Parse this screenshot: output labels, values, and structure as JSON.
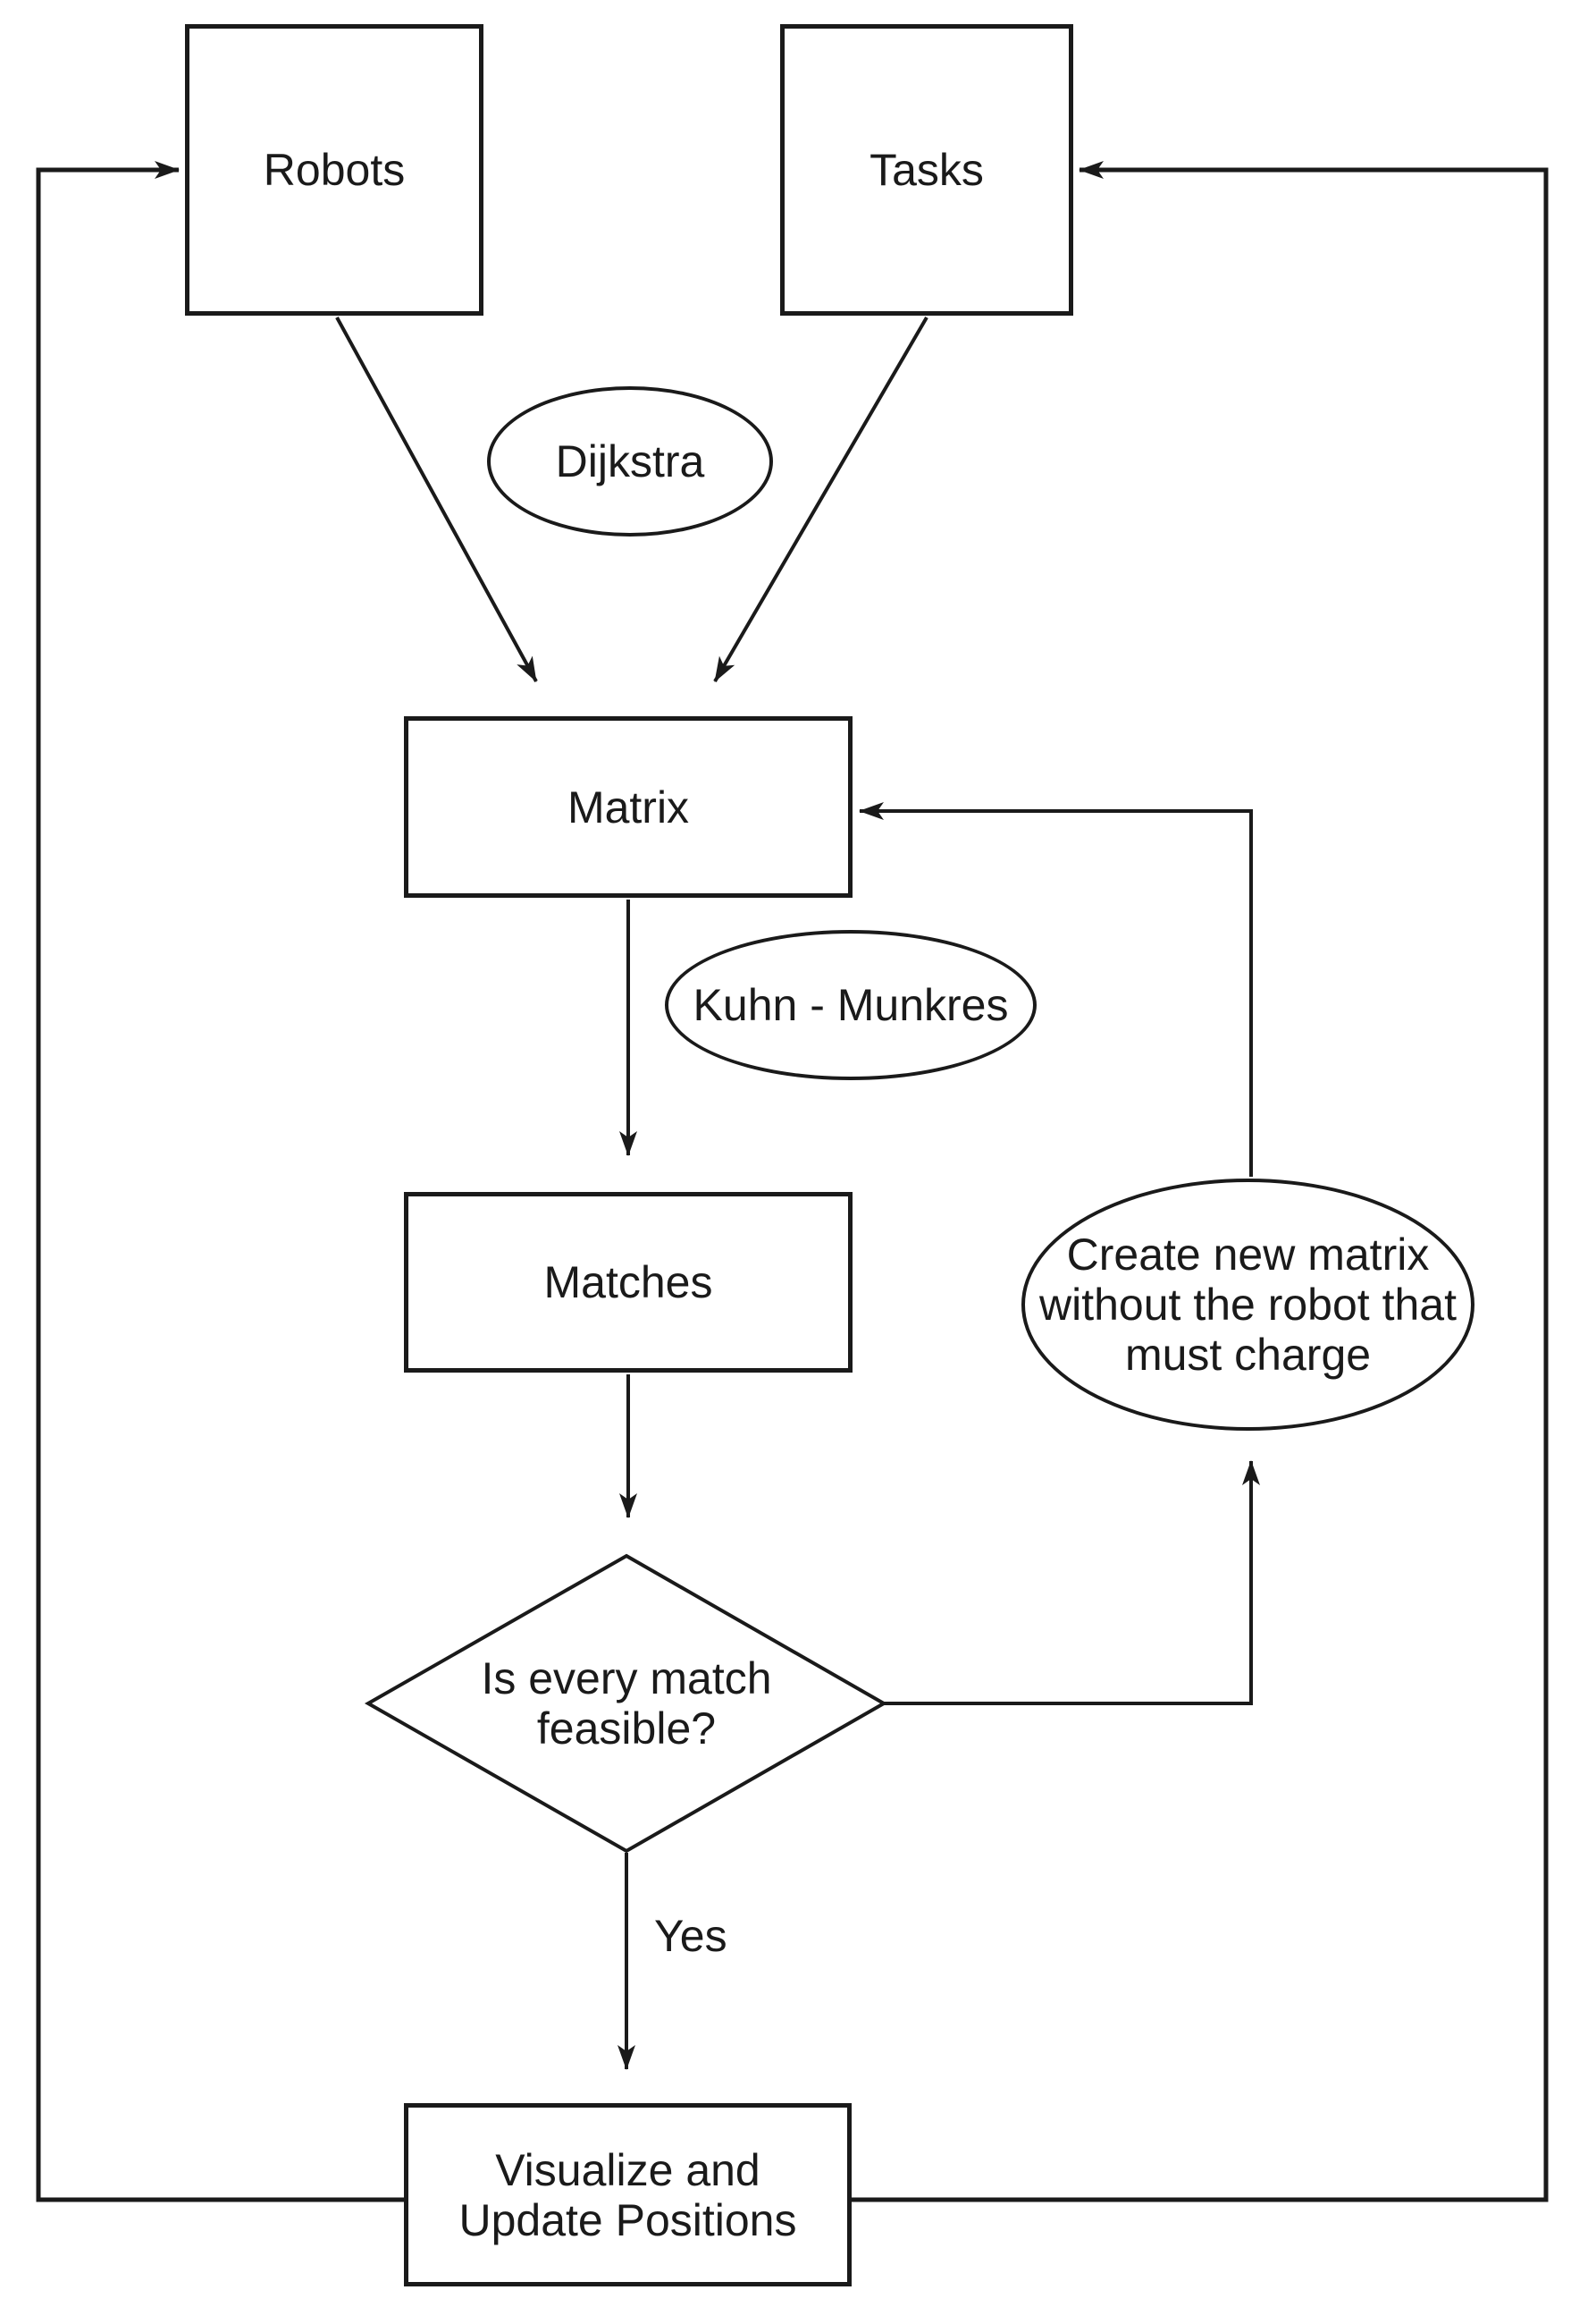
{
  "colors": {
    "stroke": "#1a1a1a",
    "background": "#ffffff",
    "text": "#1a1a1a"
  },
  "nodes": {
    "robots": {
      "label": "Robots",
      "shape": "rectangle"
    },
    "tasks": {
      "label": "Tasks",
      "shape": "rectangle"
    },
    "dijkstra": {
      "label": "Dijkstra",
      "shape": "ellipse"
    },
    "matrix": {
      "label": "Matrix",
      "shape": "rectangle"
    },
    "kuhn_munkres": {
      "label": "Kuhn - Munkres",
      "shape": "ellipse"
    },
    "matches": {
      "label": "Matches",
      "shape": "rectangle"
    },
    "decision": {
      "label": "Is every match\nfeasible?",
      "shape": "diamond"
    },
    "create_new_matrix": {
      "label": "Create new matrix\nwithout the robot that\nmust charge",
      "shape": "ellipse"
    },
    "visualize": {
      "label": "Visualize and\nUpdate Positions",
      "shape": "rectangle"
    }
  },
  "edges": {
    "yes_label": "Yes"
  }
}
